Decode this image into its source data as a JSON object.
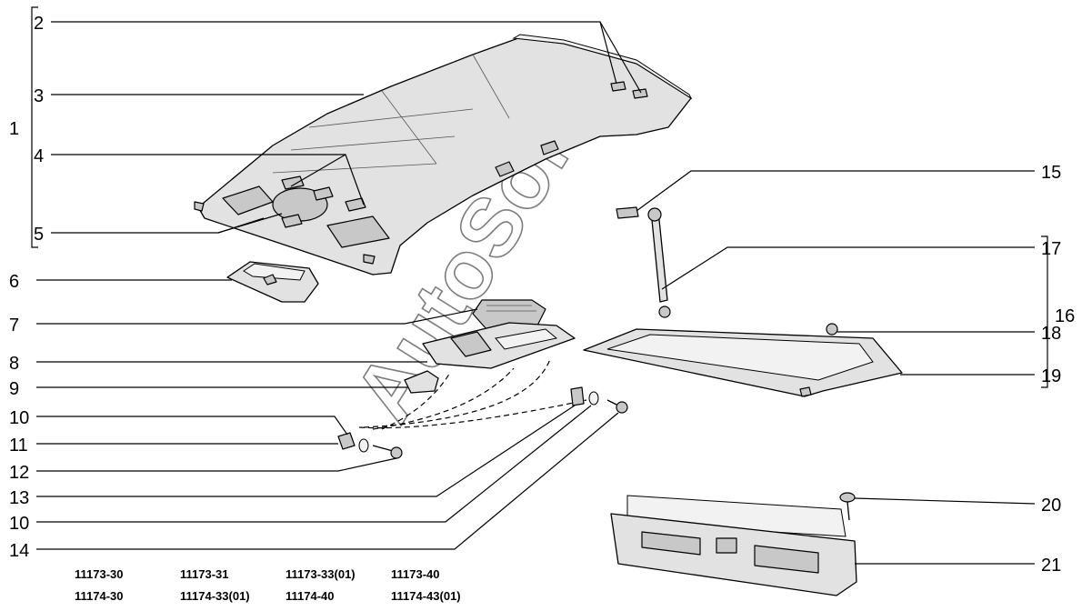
{
  "watermark": "AutoSoft",
  "callouts": {
    "c1": "1",
    "c2": "2",
    "c3": "3",
    "c4": "4",
    "c5": "5",
    "c6": "6",
    "c7": "7",
    "c8": "8",
    "c9": "9",
    "c10a": "10",
    "c11": "11",
    "c12": "12",
    "c13": "13",
    "c10b": "10",
    "c14": "14",
    "c15": "15",
    "c16": "16",
    "c17": "17",
    "c18": "18",
    "c19": "19",
    "c20": "20",
    "c21": "21"
  },
  "models": {
    "row1": [
      "11173-30",
      "11173-31",
      "11173-33(01)",
      "11173-40"
    ],
    "row2": [
      "11174-30",
      "11174-33(01)",
      "11174-40",
      "11174-43(01)"
    ]
  }
}
